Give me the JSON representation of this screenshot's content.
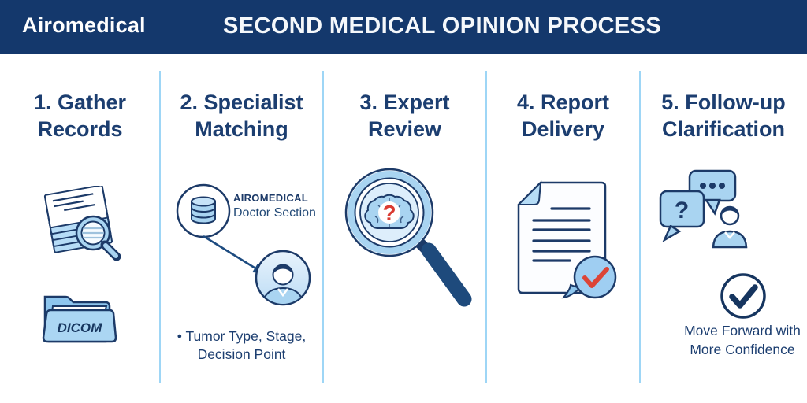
{
  "colors": {
    "header_bg": "#14386c",
    "heading_text": "#1c3e70",
    "icon_fill_light_blue": "#a9d4f1",
    "icon_outline_navy": "#1c3a68",
    "accent_red": "#dc4437",
    "divider_blue": "#9ed6f6"
  },
  "header": {
    "logo": "Airomedical",
    "title": "SECOND MEDICAL OPINION PROCESS"
  },
  "steps": [
    {
      "heading": [
        "1. Gather",
        "Records"
      ],
      "folder_label": "DICOM"
    },
    {
      "heading": [
        "2. Specialist",
        "Matching"
      ],
      "db_title": "AIROMEDICAL",
      "db_subtitle": "Doctor Section",
      "bullet": [
        "• Tumor Type, Stage,",
        "Decision Point"
      ]
    },
    {
      "heading": [
        "3. Expert",
        "Review"
      ],
      "lens_glyph": "?"
    },
    {
      "heading": [
        "4. Report",
        "Delivery"
      ]
    },
    {
      "heading": [
        "5. Follow-up",
        "Clarification"
      ],
      "bubble_glyph": "?",
      "note": [
        "Move Forward with",
        "More Confidence"
      ]
    }
  ]
}
